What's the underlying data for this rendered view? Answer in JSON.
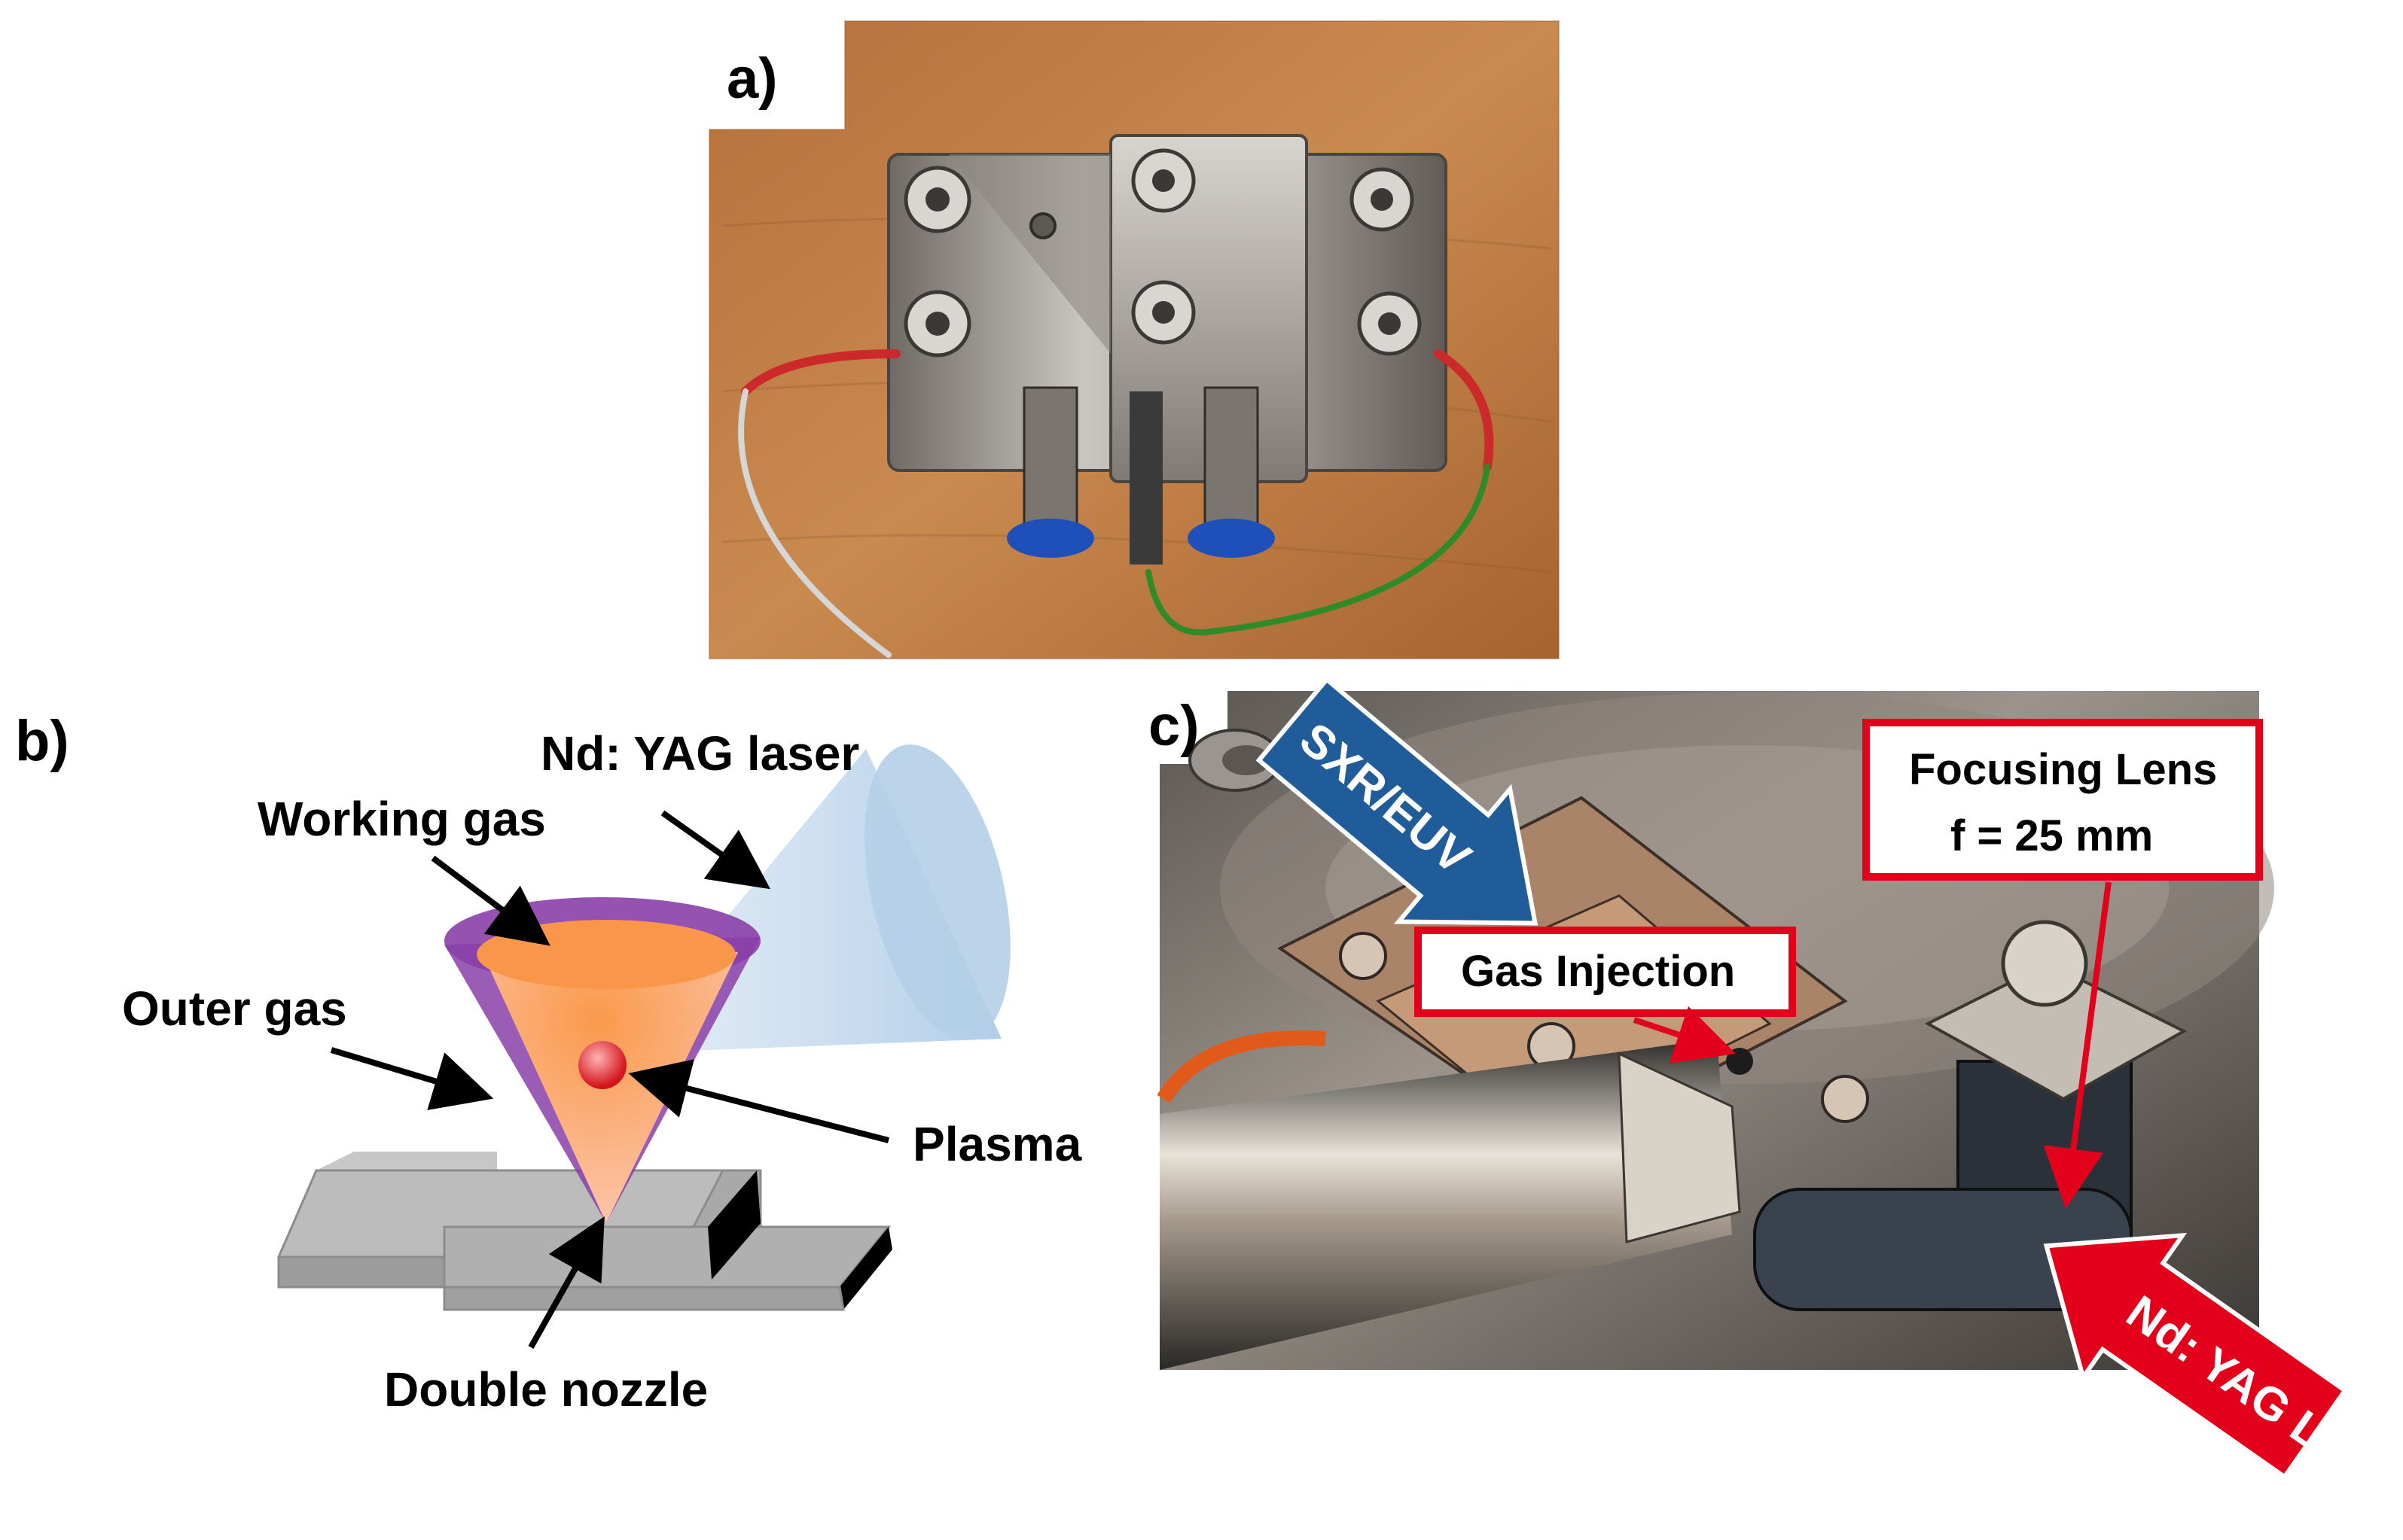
{
  "panels": {
    "a": {
      "label": "a)"
    },
    "b": {
      "label": "b)",
      "callouts": {
        "laser": "Nd: YAG laser",
        "working_gas": "Working gas",
        "outer_gas": "Outer gas",
        "plasma": "Plasma",
        "nozzle": "Double nozzle"
      }
    },
    "c": {
      "label": "c)",
      "sxr_euv": "SXR/EUV",
      "focusing_lens_line1": "Focusing Lens",
      "focusing_lens_line2": "f = 25 mm",
      "gas_injection": "Gas Injection",
      "laser_arrow": "Nd: YAG Laser"
    }
  },
  "colors": {
    "callout_red": "#e3001b",
    "sxr_arrow_blue": "#1f5c99",
    "working_gas_orange": "#f7a05a",
    "outer_gas_purple": "#8a3fa8",
    "laser_cone_blue": "#b9d3ea",
    "plasma_red": "#e8282c",
    "nozzle_gray": "#b4b4b4"
  }
}
